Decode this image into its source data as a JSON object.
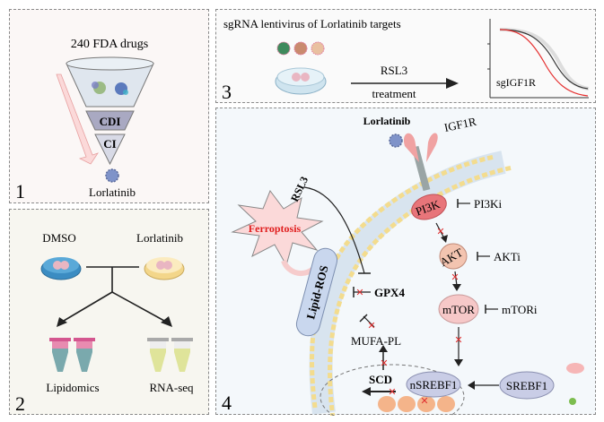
{
  "panels": {
    "p1": {
      "number": "1",
      "title": "240 FDA drugs",
      "funnel_levels": [
        "CDI",
        "CI"
      ],
      "result": "Lorlatinib"
    },
    "p2": {
      "number": "2",
      "conditions": [
        "DMSO",
        "Lorlatinib"
      ],
      "outputs": [
        "Lipidomics",
        "RNA-seq"
      ]
    },
    "p3": {
      "number": "3",
      "title": "sgRNA lentivirus of Lorlatinib targets",
      "arrow_label_top": "RSL3",
      "arrow_label_bottom": "treatment",
      "plot_label": "sgIGF1R"
    },
    "p4": {
      "number": "4",
      "drug": "Lorlatinib",
      "receptor": "IGF1R",
      "ferroptosis": "Ferroptosis",
      "rsl3": "RSL3",
      "lipid_ros": "Lipid-ROS",
      "gpx4": "GPX4",
      "mufa": "MUFA-PL",
      "scd": "SCD",
      "nsrebf1": "nSREBF1",
      "srebf1": "SREBF1",
      "pi3k": "PI3K",
      "pi3ki": "PI3Ki",
      "akt": "AKT",
      "akti": "AKTi",
      "mtor": "mTOR",
      "mtori": "mTORi"
    }
  },
  "colors": {
    "ferroptosis_text": "#e02020",
    "block_x": "#e03030",
    "pi3k": "#e8757a",
    "akt": "#f3c4b0",
    "mtor": "#f6c8c8",
    "srebf": "#c9cde6",
    "lipid_head": "#f3dc8e",
    "curve_red": "#e53030"
  }
}
